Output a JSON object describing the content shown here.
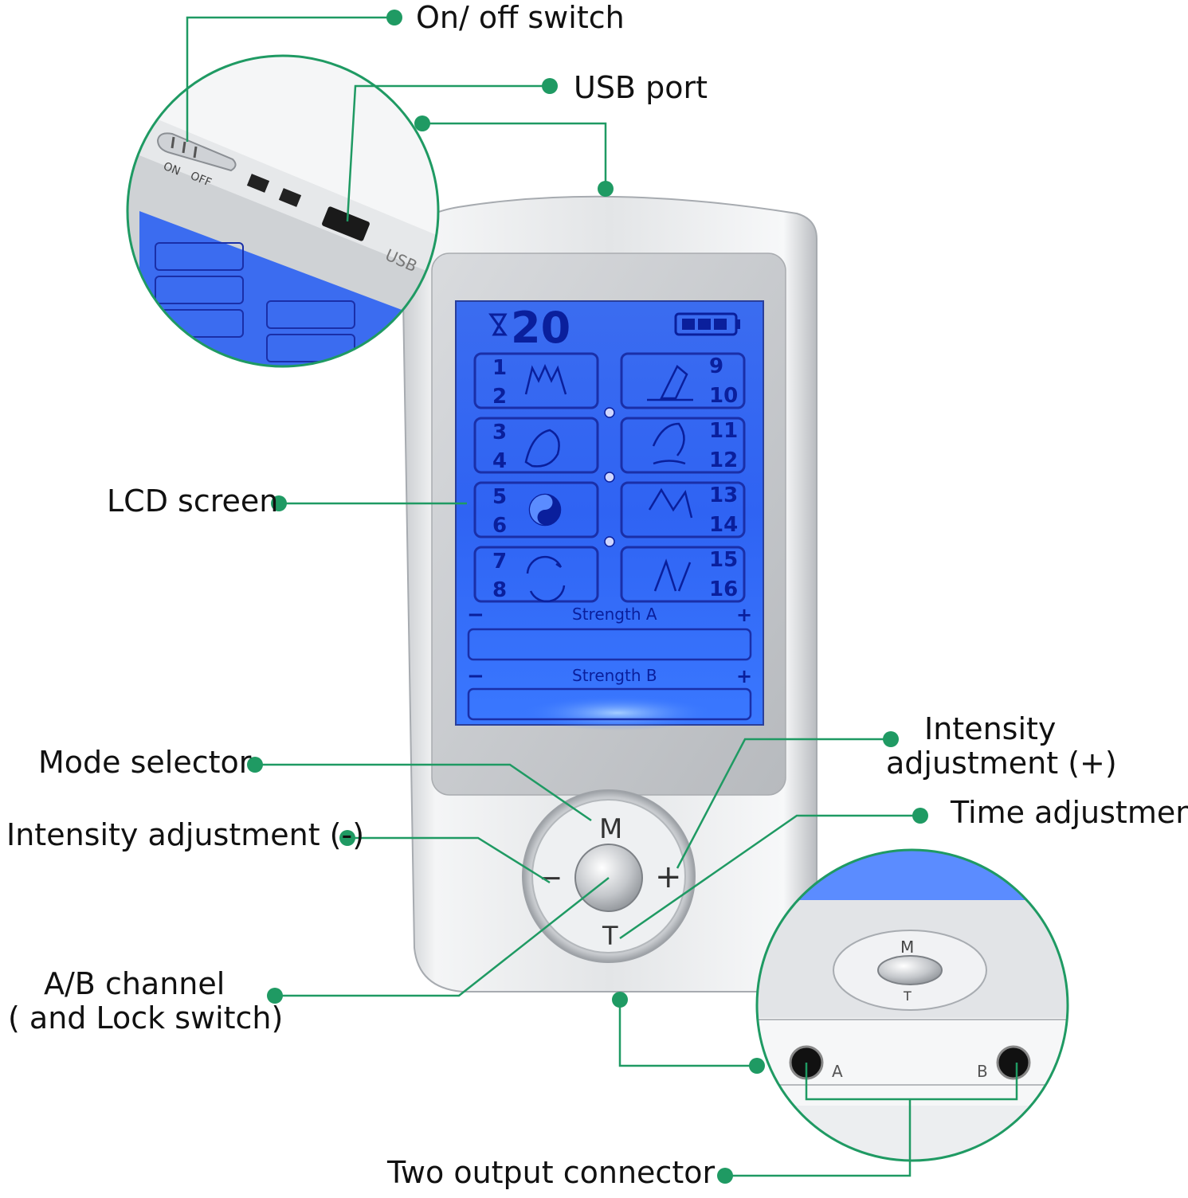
{
  "labels": {
    "on_off_switch": "On/ off switch",
    "usb_port": "USB port",
    "lcd_screen": "LCD screen",
    "mode_selector": "Mode selector",
    "intensity_minus": "Intensity adjustment (-)",
    "intensity_plus_line1": "Intensity",
    "intensity_plus_line2": "adjustment (+)",
    "time_adjustment": "Time adjustment",
    "ab_channel_line1": "A/B channel",
    "ab_channel_line2": "( and Lock switch)",
    "two_output": "Two output connector"
  },
  "device": {
    "switch_on": "ON",
    "switch_off": "OFF",
    "usb_text": "USB",
    "timer": "20",
    "modes_left": [
      [
        "1",
        "2"
      ],
      [
        "3",
        "4"
      ],
      [
        "5",
        "6"
      ],
      [
        "7",
        "8"
      ]
    ],
    "modes_right": [
      [
        "9",
        "10"
      ],
      [
        "11",
        "12"
      ],
      [
        "13",
        "14"
      ],
      [
        "15",
        "16"
      ]
    ],
    "strength_a": "Strength  A",
    "strength_b": "Strength  B",
    "minus": "−",
    "plus": "+",
    "btn_m": "M",
    "btn_t": "T",
    "btn_minus": "−",
    "btn_plus": "+",
    "port_a": "A",
    "port_b": "B"
  },
  "colors": {
    "leader": "#1f9a63",
    "lcd": "#2f6bff",
    "lcd_ink": "#0a1f9c",
    "body_silver": "#d6d8db"
  }
}
